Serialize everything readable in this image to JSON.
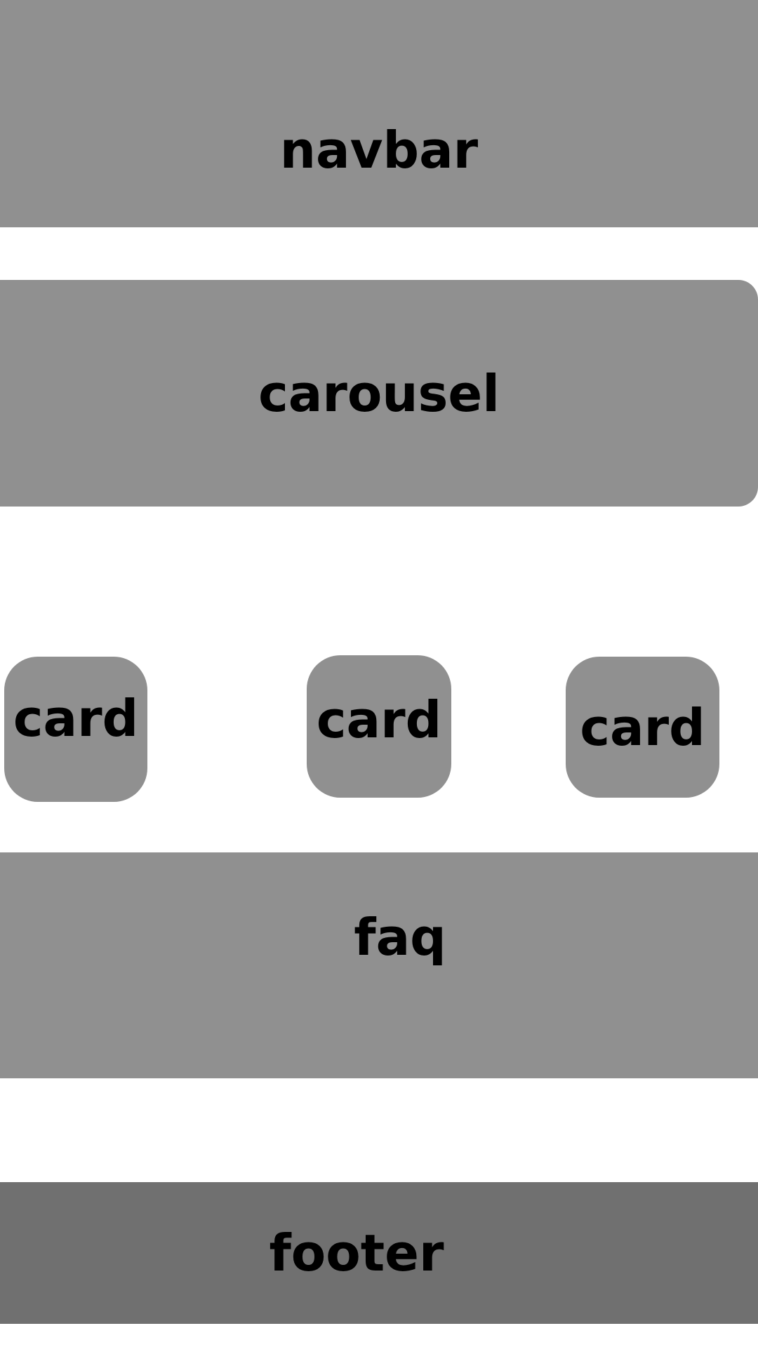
{
  "navbar": {
    "label": "navbar"
  },
  "carousel": {
    "label": "carousel"
  },
  "cards": [
    {
      "label": "card"
    },
    {
      "label": "card"
    },
    {
      "label": "card"
    }
  ],
  "faq": {
    "label": "faq"
  },
  "footer": {
    "label": "footer"
  },
  "colors": {
    "placeholder": "#909090",
    "footer": "#707070",
    "background": "#ffffff",
    "text": "#000000"
  }
}
